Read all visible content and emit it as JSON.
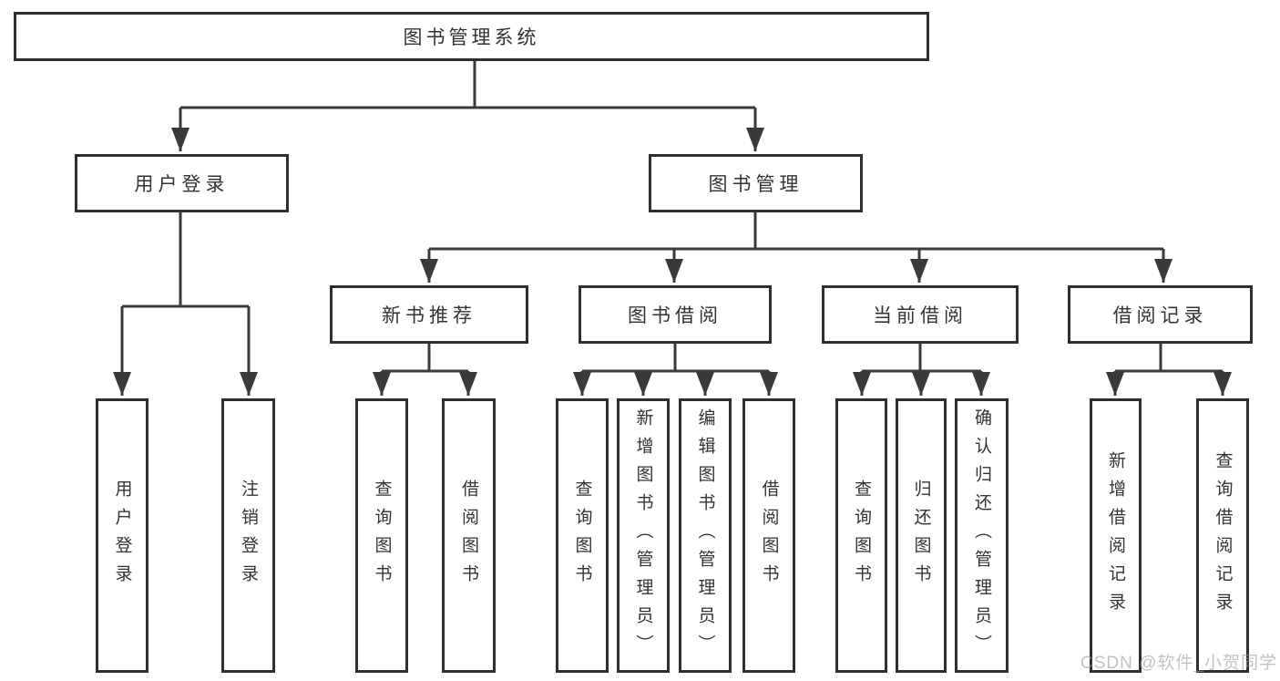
{
  "diagram": {
    "root": {
      "label": "图书管理系统"
    },
    "branches": [
      {
        "label": "用户登录",
        "children": [
          {
            "label": "用户登录"
          },
          {
            "label": "注销登录"
          }
        ]
      },
      {
        "label": "图书管理",
        "children": [
          {
            "label": "新书推荐",
            "children": [
              {
                "label": "查询图书"
              },
              {
                "label": "借阅图书"
              }
            ]
          },
          {
            "label": "图书借阅",
            "children": [
              {
                "label": "查询图书"
              },
              {
                "label": "新增图书（管理员）"
              },
              {
                "label": "编辑图书（管理员）"
              },
              {
                "label": "借阅图书"
              }
            ]
          },
          {
            "label": "当前借阅",
            "children": [
              {
                "label": "查询图书"
              },
              {
                "label": "归还图书"
              },
              {
                "label": "确认归还（管理员）"
              }
            ]
          },
          {
            "label": "借阅记录",
            "children": [
              {
                "label": "新增借阅记录"
              },
              {
                "label": "查询借阅记录"
              }
            ]
          }
        ]
      }
    ]
  },
  "watermark": {
    "text": "CSDN @软件_小贺同学"
  },
  "colors": {
    "line": "#3a3a3a",
    "border": "#2e2e2e",
    "text": "#333333",
    "watermark": "#9a9a9a",
    "background": "#ffffff"
  }
}
